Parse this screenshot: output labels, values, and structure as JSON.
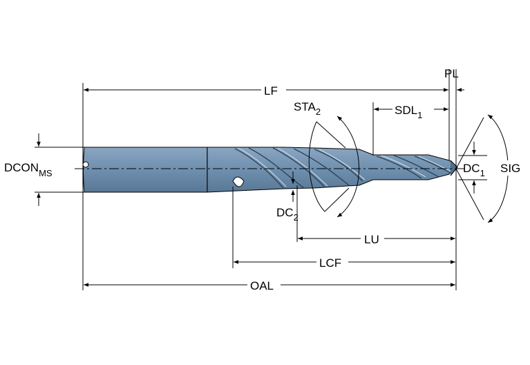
{
  "labels": {
    "lf": "LF",
    "pl": "PL",
    "sta": "STA",
    "sta_sub": "2",
    "sdl": "SDL",
    "sdl_sub": "1",
    "dcon": "DCON",
    "dcon_sub": "MS",
    "dc1": "DC",
    "dc1_sub": "1",
    "sig": "SIG",
    "dc2": "DC",
    "dc2_sub": "2",
    "lu": "LU",
    "lcf": "LCF",
    "oal": "OAL"
  },
  "colors": {
    "tool_fill": "#6e8fae",
    "tool_dark": "#4f6e8c",
    "tool_light": "#9fb7cf",
    "line": "#000000"
  }
}
